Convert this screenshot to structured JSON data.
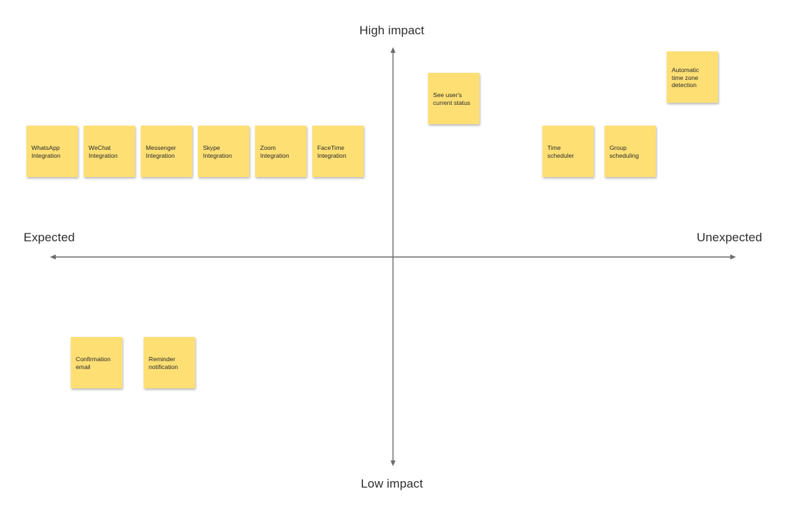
{
  "axes": {
    "top": "High impact",
    "bottom": "Low impact",
    "left": "Expected",
    "right": "Unexpected"
  },
  "notes": [
    {
      "id": "whatsapp",
      "text": "WhatsApp\nIntegration"
    },
    {
      "id": "wechat",
      "text": "WeChat\nIntegration"
    },
    {
      "id": "messenger",
      "text": "Messenger\nIntegration"
    },
    {
      "id": "skype",
      "text": "Skype\nIntegration"
    },
    {
      "id": "zoom",
      "text": "Zoom\nIntegration"
    },
    {
      "id": "facetime",
      "text": "FaceTime\nIntegration"
    },
    {
      "id": "user-status",
      "text": "See user's\ncurrent status"
    },
    {
      "id": "time-scheduler",
      "text": "Time\nscheduler"
    },
    {
      "id": "group-scheduling",
      "text": "Group\nscheduling"
    },
    {
      "id": "auto-timezone",
      "text": "Automatic\ntime zone\ndetection"
    },
    {
      "id": "confirmation-email",
      "text": "Confirmation\nemail"
    },
    {
      "id": "reminder",
      "text": "Reminder\nnotification"
    }
  ],
  "colors": {
    "note": "#fddf74",
    "axis": "#6b6b6b",
    "text": "#2e2e2e"
  }
}
